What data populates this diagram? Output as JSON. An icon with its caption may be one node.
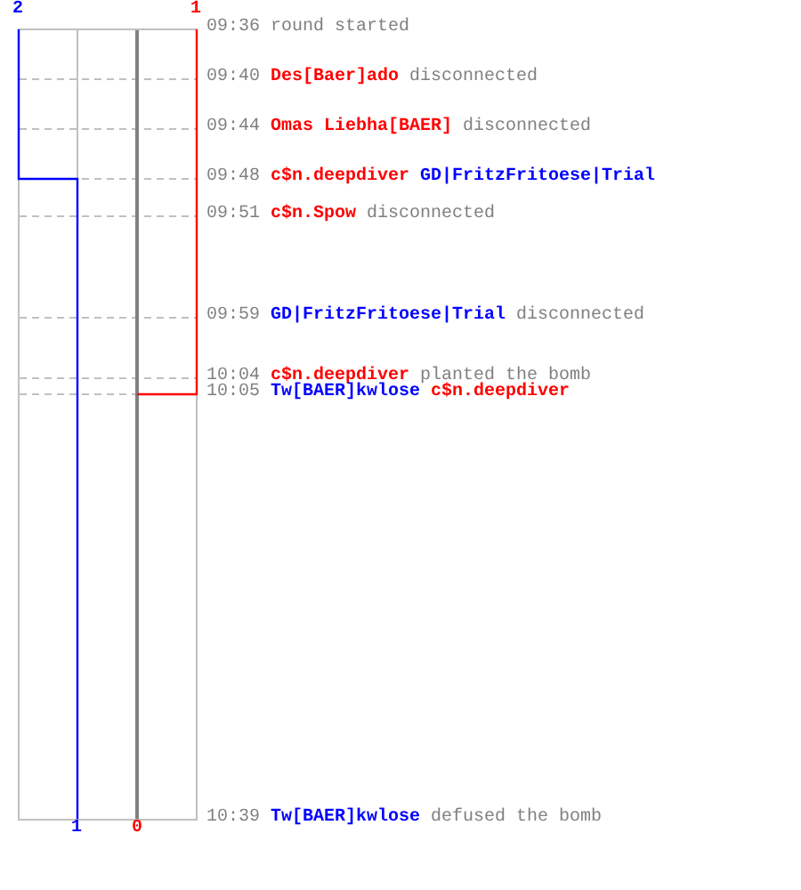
{
  "diagram": {
    "labels": [
      "2",
      "1",
      "09:36",
      "round started",
      "09:40",
      "Des[Baer]ado",
      "disconnected",
      "09:44",
      "Omas Liebha[BAER]",
      "disconnected",
      "09:48",
      "c$n.deepdiver",
      "GD|FritzFritoese|Trial",
      "09:51",
      "c$n.Spow",
      "disconnected",
      "09:59",
      "GD|FritzFritoese|Trial",
      "disconnected",
      "10:04",
      "c$n.deepdiver",
      "planted the bomb",
      "10:05",
      "Tw[BAER]kwlose",
      "c$n.deepdiver",
      "10:39",
      "Tw[BAER]kwlose",
      "defused the bomb",
      "1",
      "0"
    ]
  }
}
